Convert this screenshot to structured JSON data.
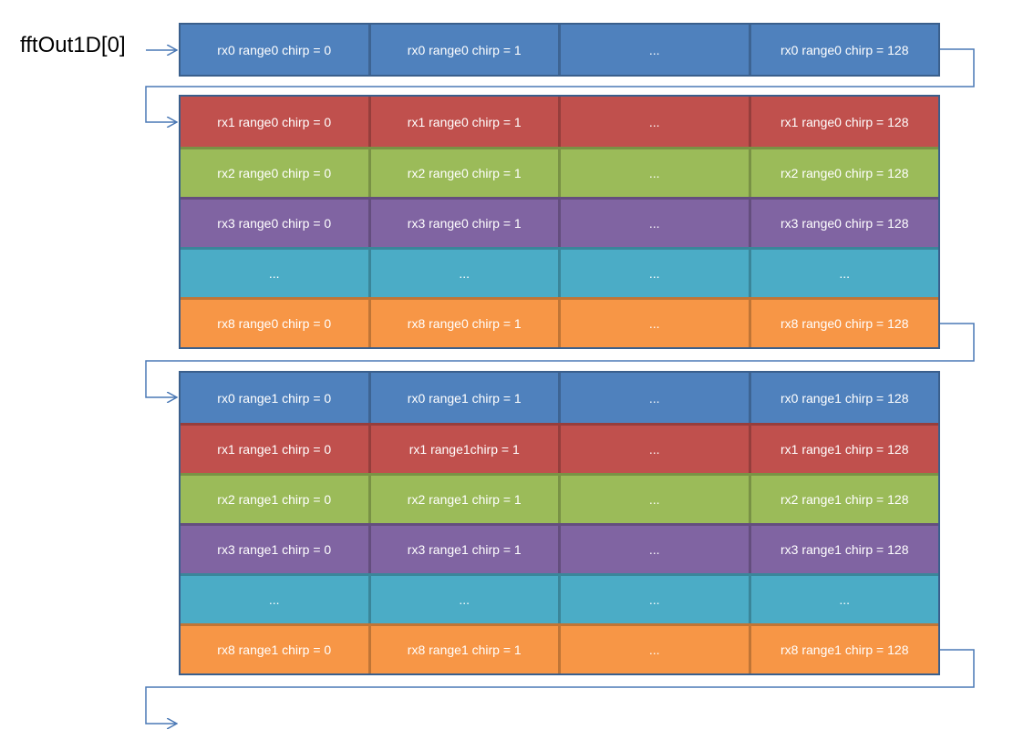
{
  "start_label": "fftOut1D[0]",
  "colors": {
    "rx0": "#4f81bd",
    "rx1": "#c0504d",
    "rx2": "#9bbb59",
    "rx3": "#8064a2",
    "rxdots": "#4bacc6",
    "rx8": "#f79646",
    "arrow": "#4a78b5"
  },
  "blocks": [
    {
      "rows": [
        {
          "class": "rx0",
          "cells": [
            "rx0 range0 chirp = 0",
            "rx0 range0 chirp = 1",
            "...",
            "rx0 range0 chirp = 128"
          ]
        }
      ]
    },
    {
      "rows": [
        {
          "class": "rx1",
          "cells": [
            "rx1 range0 chirp = 0",
            "rx1 range0 chirp = 1",
            "...",
            "rx1 range0 chirp = 128"
          ]
        },
        {
          "class": "rx2",
          "cells": [
            "rx2 range0 chirp = 0",
            "rx2 range0 chirp = 1",
            "...",
            "rx2 range0 chirp = 128"
          ]
        },
        {
          "class": "rx3",
          "cells": [
            "rx3 range0 chirp = 0",
            "rx3 range0 chirp = 1",
            "...",
            "rx3 range0 chirp = 128"
          ]
        },
        {
          "class": "rxdots",
          "cells": [
            "...",
            "...",
            "...",
            "..."
          ]
        },
        {
          "class": "rx8",
          "cells": [
            "rx8 range0 chirp = 0",
            "rx8 range0 chirp = 1",
            "...",
            "rx8 range0 chirp = 128"
          ]
        }
      ]
    },
    {
      "rows": [
        {
          "class": "rx0",
          "cells": [
            "rx0 range1 chirp = 0",
            "rx0 range1 chirp = 1",
            "...",
            "rx0 range1 chirp = 128"
          ]
        },
        {
          "class": "rx1",
          "cells": [
            "rx1 range1 chirp = 0",
            "rx1 range1chirp = 1",
            "...",
            "rx1 range1 chirp = 128"
          ]
        },
        {
          "class": "rx2",
          "cells": [
            "rx2 range1 chirp = 0",
            "rx2 range1 chirp = 1",
            "...",
            "rx2 range1 chirp = 128"
          ]
        },
        {
          "class": "rx3",
          "cells": [
            "rx3 range1 chirp = 0",
            "rx3 range1 chirp = 1",
            "...",
            "rx3 range1 chirp = 128"
          ]
        },
        {
          "class": "rxdots",
          "cells": [
            "...",
            "...",
            "...",
            "..."
          ]
        },
        {
          "class": "rx8",
          "cells": [
            "rx8 range1 chirp = 0",
            "rx8 range1 chirp = 1",
            "...",
            "rx8 range1 chirp = 128"
          ]
        }
      ]
    }
  ]
}
